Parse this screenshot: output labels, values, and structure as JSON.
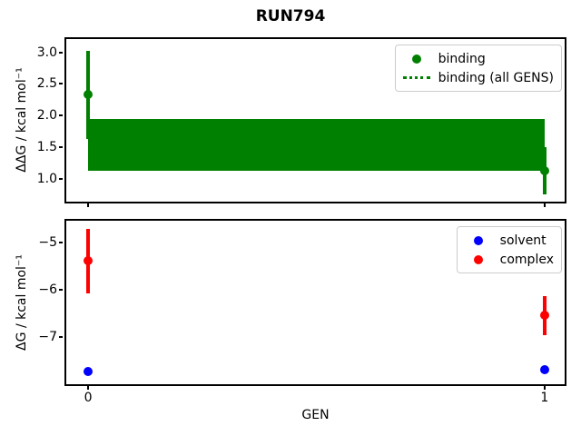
{
  "title": "RUN794",
  "colors": {
    "green": "#008000",
    "blue": "#0000ff",
    "red": "#ff0000",
    "axis": "#000000",
    "legend_border": "#cccccc"
  },
  "chart_data": [
    {
      "type": "scatter",
      "title": "RUN794",
      "ylabel": "ΔΔG / kcal mol⁻¹",
      "xlabel": "",
      "xlim": [
        -0.048,
        1.044
      ],
      "ylim": [
        0.64,
        3.21
      ],
      "grid": false,
      "xticks": [
        0,
        1
      ],
      "yticks": [
        3.0,
        2.5,
        2.0,
        1.5,
        1.0
      ],
      "ytick_labels": [
        "3.0",
        "2.5",
        "2.0",
        "1.5",
        "1.0"
      ],
      "band": {
        "label": "binding (all GENS)",
        "x0": 0,
        "x1": 1,
        "ylow": 1.13,
        "yhigh": 1.94,
        "center": 1.53,
        "line_style": "dotted",
        "color_key": "green"
      },
      "series": [
        {
          "name": "binding",
          "color_key": "green",
          "x": [
            0,
            1
          ],
          "y": [
            2.33,
            1.13
          ],
          "yerr": [
            0.7,
            0.37
          ]
        }
      ],
      "legend": [
        {
          "label": "binding",
          "marker": "dot",
          "color_key": "green"
        },
        {
          "label": "binding (all GENS)",
          "marker": "dotted-line",
          "color_key": "green"
        }
      ],
      "legend_position": "upper right"
    },
    {
      "type": "scatter",
      "ylabel": "ΔG / kcal mol⁻¹",
      "xlabel": "GEN",
      "xlim": [
        -0.048,
        1.044
      ],
      "ylim": [
        -8.01,
        -4.53
      ],
      "grid": false,
      "xticks": [
        0,
        1
      ],
      "xtick_labels": [
        "0",
        "1"
      ],
      "yticks": [
        -5,
        -6,
        -7
      ],
      "ytick_labels": [
        "−5",
        "−6",
        "−7"
      ],
      "series": [
        {
          "name": "solvent",
          "color_key": "blue",
          "x": [
            0,
            1
          ],
          "y": [
            -7.73,
            -7.71
          ],
          "yerr": [
            0.04,
            0.04
          ]
        },
        {
          "name": "complex",
          "color_key": "red",
          "x": [
            0,
            1
          ],
          "y": [
            -5.39,
            -6.55
          ],
          "yerr": [
            0.68,
            0.42
          ]
        }
      ],
      "legend": [
        {
          "label": "solvent",
          "marker": "dot",
          "color_key": "blue"
        },
        {
          "label": "complex",
          "marker": "dot",
          "color_key": "red"
        }
      ],
      "legend_position": "upper right"
    }
  ]
}
